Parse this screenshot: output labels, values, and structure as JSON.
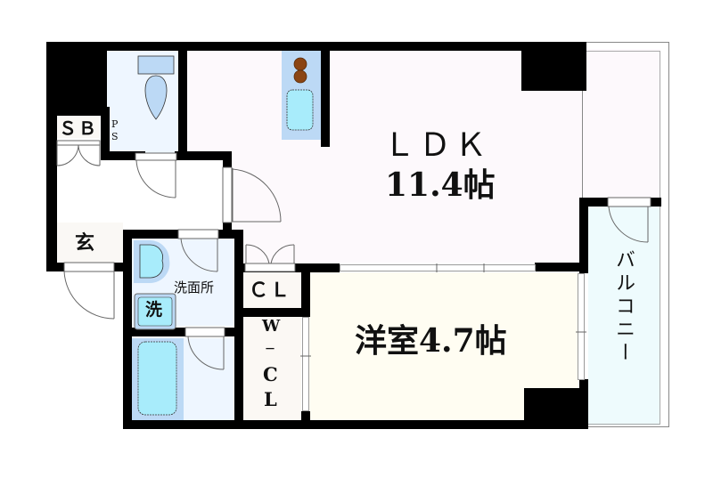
{
  "floorplan": {
    "rooms": {
      "ldk": {
        "name": "ＬＤＫ",
        "size": "11.4帖"
      },
      "western_room": {
        "label": "洋室4.7帖"
      },
      "entrance": {
        "label": "玄"
      },
      "washroom": {
        "label": "洗面所"
      },
      "washer": {
        "label": "洗"
      },
      "closet": {
        "label": "ＣＬ"
      },
      "walk_in_closet": {
        "line1": "W",
        "line2": "－",
        "line3": "C",
        "line4": "L"
      },
      "shoe_box": {
        "label": "ＳＢ"
      },
      "pipe_space": {
        "line1": "P",
        "line2": "S"
      },
      "balcony": {
        "label": "バルコニー"
      }
    },
    "colors": {
      "ldk_floor": "#fdf9fc",
      "western_floor": "#fffdf2",
      "wet_area": "#eef6ff",
      "fixture_blue": "#bcd9f5",
      "fixture_cyan": "#a8ecfb",
      "stove_burner": "#8b4513",
      "balcony_floor": "#eefbfd",
      "closet_floor": "#fbf8f4",
      "wall": "#000000"
    }
  }
}
